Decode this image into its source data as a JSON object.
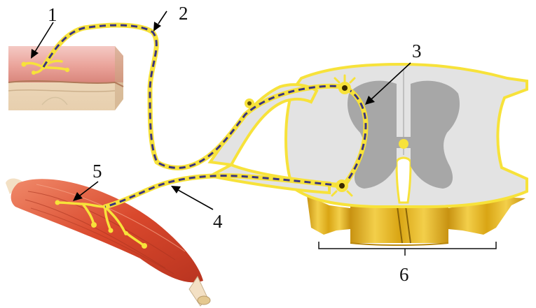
{
  "labels": {
    "l1": "1",
    "l2": "2",
    "l3": "3",
    "l4": "4",
    "l5": "5",
    "l6": "6"
  },
  "colors": {
    "nerve_yellow": "#f7e23a",
    "nerve_dash": "#3a3480",
    "skin_pink": "#e9a6a0",
    "muscle_red": "#d84b2f",
    "gray_matter": "#a7a7a7",
    "white_matter": "#e3e3e3",
    "root_gold": "#d9a514"
  }
}
